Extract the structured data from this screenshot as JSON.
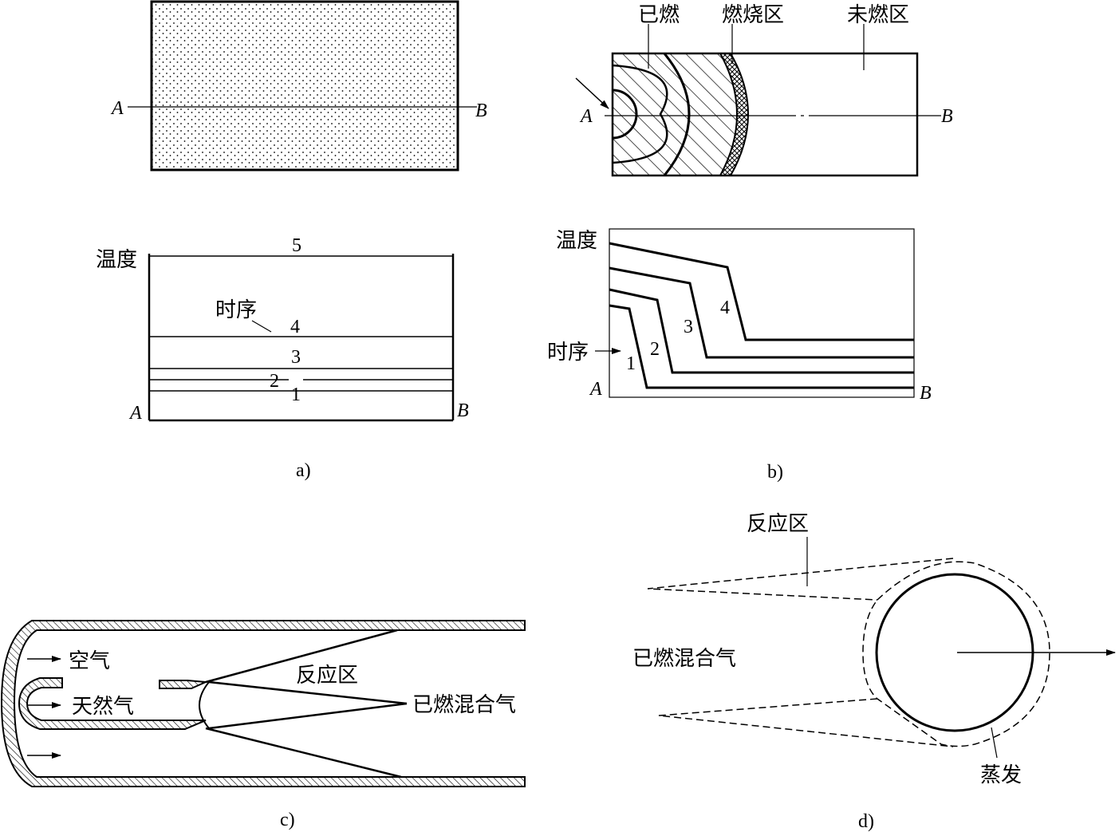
{
  "panel_a": {
    "caption": "a)",
    "point_a": "A",
    "point_b": "B",
    "ylabel": "温度",
    "time_label": "时序",
    "curve_labels": [
      "1",
      "2",
      "3",
      "4",
      "5"
    ]
  },
  "panel_b": {
    "caption": "b)",
    "burned": "已燃",
    "burning_zone": "燃烧区",
    "unburned_zone": "未燃区",
    "point_a": "A",
    "point_b": "B",
    "ylabel": "温度",
    "time_label": "时序",
    "curve_labels": [
      "1",
      "2",
      "3",
      "4"
    ]
  },
  "panel_c": {
    "caption": "c)",
    "air": "空气",
    "natural_gas": "天然气",
    "reaction_zone": "反应区",
    "burned_mixture": "已燃混合气"
  },
  "panel_d": {
    "caption": "d)",
    "reaction_zone": "反应区",
    "burned_mixture": "已燃混合气",
    "evaporation": "蒸发"
  }
}
